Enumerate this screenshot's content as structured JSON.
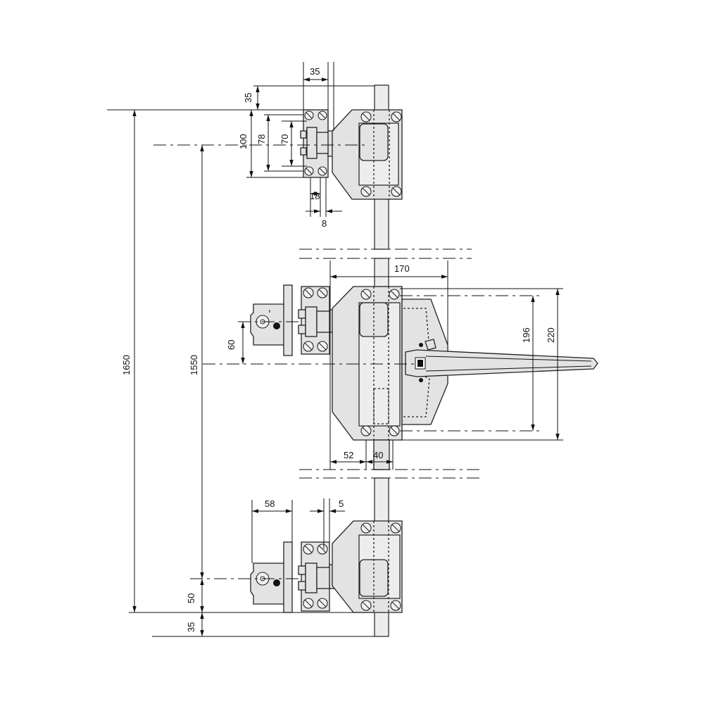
{
  "drawing": {
    "subject": "locking bar mechanism dimension drawing",
    "dimensions": {
      "top_bracket_width": "35",
      "top_offset": "35",
      "bracket_height_100": "100",
      "bracket_height_78": "78",
      "bracket_height_70": "70",
      "slot_width_18": "18",
      "slot_offset_8": "8",
      "handle_width_170": "170",
      "handle_height_196": "196",
      "handle_height_220": "220",
      "offset_60": "60",
      "total_height_1650": "1650",
      "total_height_1550": "1550",
      "bottom_offset_52": "52",
      "bar_width_40": "40",
      "keeper_width_58": "58",
      "gap_5": "5",
      "offset_50": "50",
      "bottom_offset_35": "35"
    }
  }
}
